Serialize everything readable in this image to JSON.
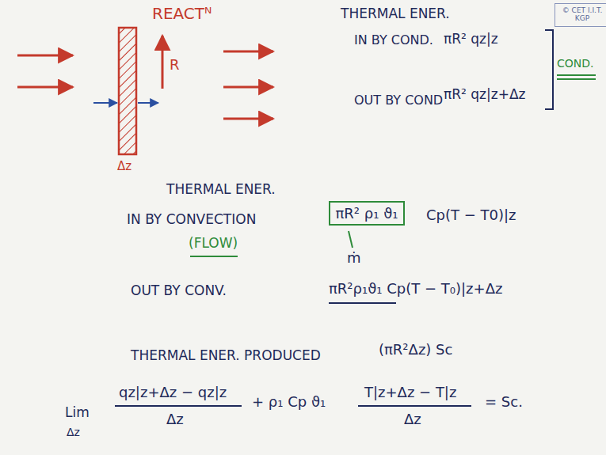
{
  "diagram": {
    "nodes": [
      {
        "text": [
          "© CET I.I.T. KGP"
        ]
      },
      {
        "text": [
          "πR² ρ₁ ϑ₁"
        ]
      }
    ],
    "labels": [
      "REACTᴺ",
      "R",
      "Δz",
      "THERMAL ENER.",
      "IN BY COND.",
      "πR² qz|z",
      "COND.",
      "OUT BY COND",
      "πR² qz|z+Δz",
      "THERMAL ENER.",
      "IN BY CONVECTION",
      "(FLOW)",
      "Cp(T − T0)|z",
      "ṁ",
      "OUT BY CONV.",
      "πR²ρ₁ϑ₁ Cp(T − T₀)|z+Δz",
      "THERMAL ENER. PRODUCED",
      "(πR²Δz) Sc",
      "qz|z+Δz − qz|z",
      "Δz",
      "+ ρ₁ Cp ϑ₁",
      "T|z+Δz − T|z",
      "Δz",
      "= Sc.",
      "Lim",
      "Δz"
    ]
  }
}
